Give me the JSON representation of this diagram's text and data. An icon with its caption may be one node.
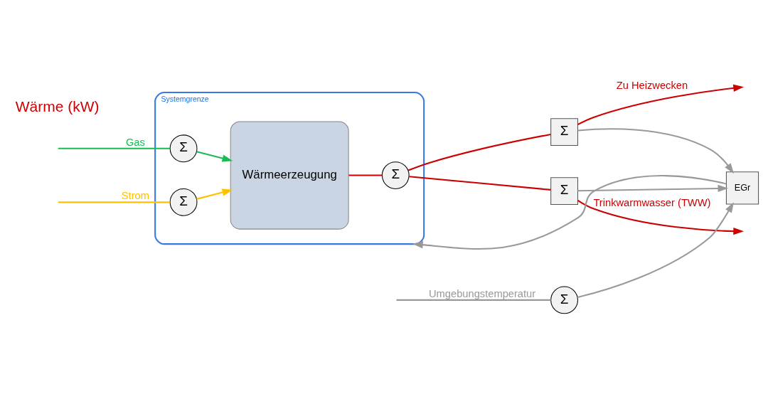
{
  "diagram": {
    "nodes": [
      {
        "text": [
          "Systemgrenze"
        ]
      },
      {
        "text": [
          "Σ"
        ],
        "in": 0
      },
      {
        "text": [
          "Σ"
        ],
        "in": 0
      },
      {
        "text": [
          "Wärmeerzeugung"
        ],
        "in": 0
      },
      {
        "text": [
          "Σ"
        ],
        "in": 0
      },
      {
        "text": [
          "Σ"
        ]
      },
      {
        "text": [
          "Σ"
        ]
      },
      {
        "text": [
          "EGr"
        ]
      },
      {
        "text": [
          "Σ"
        ]
      }
    ],
    "edges": [
      {
        "from": null,
        "to": 1,
        "arrow": "none",
        "label": "Gas",
        "color": "#1db954"
      },
      {
        "from": 1,
        "to": 3,
        "arrow": "to",
        "color": "#1db954"
      },
      {
        "from": null,
        "to": 2,
        "arrow": "none",
        "label": "Strom",
        "color": "#ffc000"
      },
      {
        "from": 2,
        "to": 3,
        "arrow": "to",
        "color": "#ffc000"
      },
      {
        "from": 3,
        "to": 4,
        "arrow": "none"
      },
      {
        "from": 4,
        "to": 5,
        "arrow": "none"
      },
      {
        "from": 4,
        "to": 6,
        "arrow": "none"
      },
      {
        "from": 5,
        "to": null,
        "arrow": "to",
        "label": "Zu Heizwecken"
      },
      {
        "from": 6,
        "to": null,
        "arrow": "to",
        "label": "Trinkwarmwasser (TWW)"
      },
      {
        "from": null,
        "to": 8,
        "arrow": "none",
        "label": "Umgebungstemperatur",
        "color": "#999999"
      },
      {
        "from": 8,
        "to": 7,
        "arrow": "to",
        "color": "#999999"
      },
      {
        "from": 5,
        "to": 7,
        "arrow": "to",
        "color": "#999999"
      },
      {
        "from": 6,
        "to": 7,
        "arrow": "to",
        "color": "#999999"
      },
      {
        "from": 7,
        "to": 0,
        "arrow": "to",
        "color": "#999999"
      }
    ],
    "labels": [
      "Wärme (kW)"
    ]
  }
}
